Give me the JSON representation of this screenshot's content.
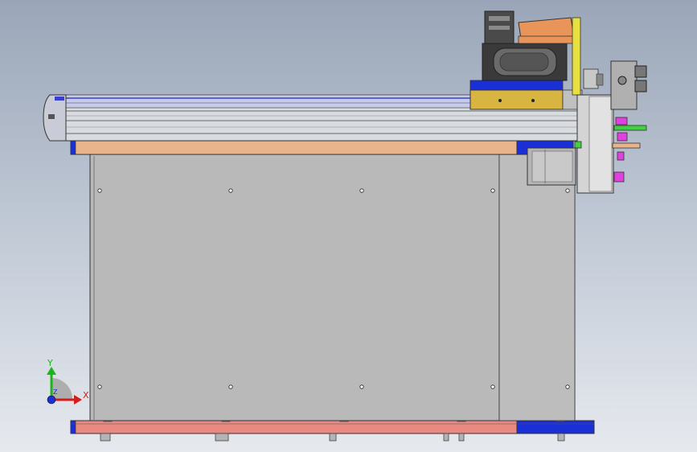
{
  "triad": {
    "y_label": "Y",
    "x_label": "X",
    "z_label": "Z"
  },
  "colors": {
    "background_top": "#9aa6b8",
    "background_bottom": "#e6e9ee",
    "frame_panel": "#b9b9b9",
    "salmon_plate": "#e98a82",
    "peach_plate": "#e9b48c",
    "blue_block": "#1a2fd6",
    "yellow_block": "#d8b440",
    "motor_dark": "#3a3a3a",
    "magenta": "#e040e0",
    "green": "#40d040",
    "triad_y": "#1db31d",
    "triad_x": "#d41c1c",
    "triad_z": "#1a2fd6"
  }
}
